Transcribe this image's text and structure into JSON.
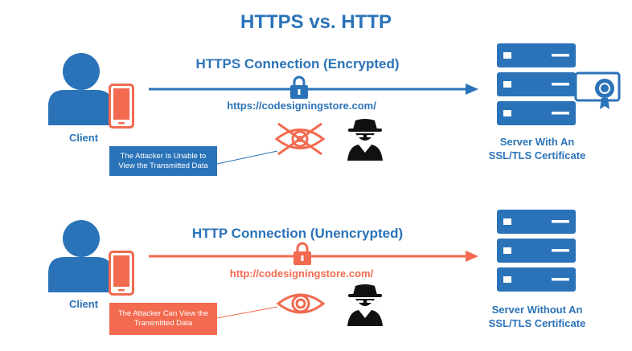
{
  "title": "HTTPS vs. HTTP",
  "colors": {
    "blue": "#2b73b8",
    "orange": "#f26a4f",
    "black": "#111111"
  },
  "https_row": {
    "connection_label": "HTTPS Connection (Encrypted)",
    "url": "https://codesigningstore.com/",
    "client_label": "Client",
    "server_label_line1": "Server With An",
    "server_label_line2": "SSL/TLS Certificate",
    "callout_line1": "The Attacker Is Unable to",
    "callout_line2": "View the Transmitted Data"
  },
  "http_row": {
    "connection_label": "HTTP Connection (Unencrypted)",
    "url": "http://codesigningstore.com/",
    "client_label": "Client",
    "server_label_line1": "Server Without An",
    "server_label_line2": "SSL/TLS Certificate",
    "callout_line1": "The Attacker Can View the",
    "callout_line2": "Transmitted Data"
  },
  "icons": [
    "client-person-icon",
    "smartphone-icon",
    "lock-icon",
    "crossed-eye-icon",
    "eye-icon",
    "hacker-icon",
    "server-icon",
    "certificate-icon"
  ]
}
